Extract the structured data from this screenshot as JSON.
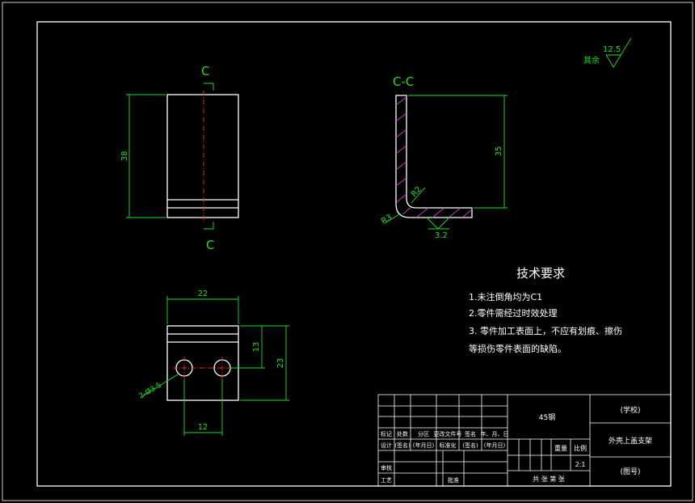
{
  "views": {
    "front": {
      "section_mark": "C",
      "dim_height": "38"
    },
    "section": {
      "title": "C-C",
      "dim_height": "35",
      "radius_inner": "R2",
      "radius_outer": "R3",
      "roughness": "3.2"
    },
    "bottom": {
      "dim_width": "22",
      "dim_mid": "13",
      "dim_total": "23",
      "dim_holes": "12",
      "holes": "2-Ø3.5"
    }
  },
  "roughness_other": {
    "label": "其余",
    "value": "12.5"
  },
  "tech_requirements": {
    "title": "技术要求",
    "items": [
      "1.未注倒角均为C1",
      "2.零件需经过时效处理",
      "3. 零件加工表面上，不应有划痕、擦伤",
      "等损伤零件表面的缺陷。"
    ]
  },
  "title_block": {
    "material": "45钢",
    "school": "(学校)",
    "part_name": "外壳上盖支架",
    "drawing_no": "(图号)",
    "scale": "2:1",
    "row_mark": [
      "标记",
      "处数",
      "分区",
      "更改文件号",
      "签名",
      "年、月、日"
    ],
    "row_design": [
      "设计",
      "(签名)",
      "(年月日)",
      "标准化",
      "(签名)",
      "(年月日)"
    ],
    "weight_label": "重量",
    "scale_label": "比例",
    "review": "审核",
    "process": "工艺",
    "approve": "批准",
    "sheet_text": "共  张  第  张"
  }
}
